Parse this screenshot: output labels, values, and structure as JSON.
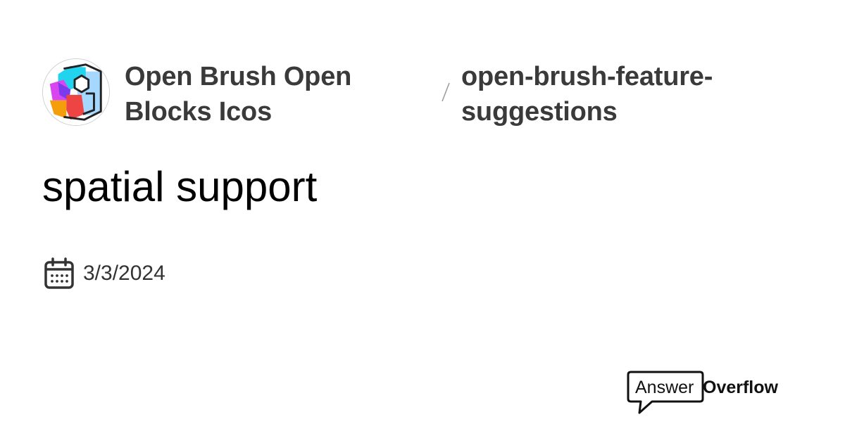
{
  "server": {
    "name": "Open Brush Open Blocks Icos",
    "logo_icon": "open-blocks-cube-logo"
  },
  "channel": {
    "name": "open-brush-feature-suggestions"
  },
  "thread": {
    "title": "spatial support",
    "date": "3/3/2024"
  },
  "brand": {
    "answer": "Answer",
    "overflow": "Overflow"
  },
  "icons": {
    "calendar": "calendar-icon",
    "separator": "slash-separator-icon"
  },
  "colors": {
    "text_primary": "#000000",
    "text_secondary": "#3a3a3a",
    "logo_cyan": "#22d3ee",
    "logo_magenta": "#d946ef",
    "logo_orange": "#f59e0b",
    "logo_red": "#ef4444",
    "logo_light_blue": "#a5d8ff"
  }
}
